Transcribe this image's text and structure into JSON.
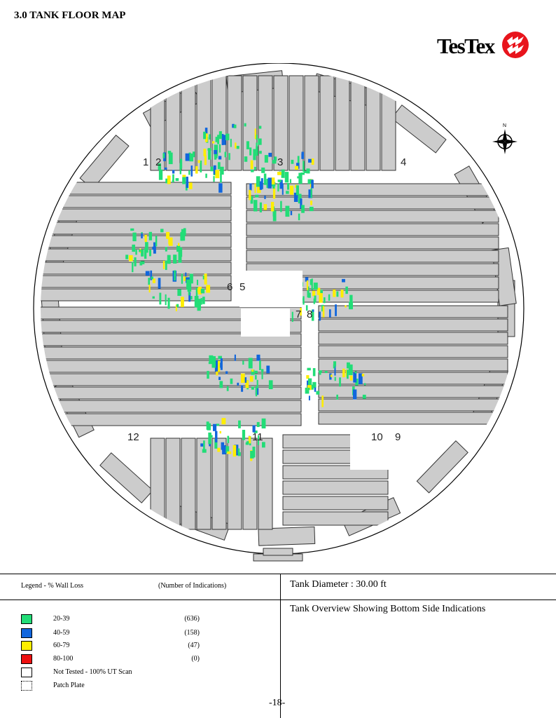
{
  "header": {
    "title": "3.0 TANK FLOOR MAP",
    "logo_text": "TesTex"
  },
  "map": {
    "compass_label": "N",
    "sections": [
      "1",
      "2",
      "3",
      "4",
      "5",
      "6",
      "7",
      "8",
      "9",
      "10",
      "11",
      "12"
    ],
    "colors": {
      "plate": "#cccccc",
      "green": "#22dd77",
      "blue": "#1166dd",
      "yellow": "#ffee00",
      "red": "#ee1111"
    }
  },
  "legend": {
    "title": "Legend - % Wall Loss",
    "count_header": "(Number of Indications)",
    "items": [
      {
        "label": "20-39",
        "count": "(636)",
        "color": "#22dd77"
      },
      {
        "label": "40-59",
        "count": "(158)",
        "color": "#1166dd"
      },
      {
        "label": "60-79",
        "count": "(47)",
        "color": "#ffee00"
      },
      {
        "label": "80-100",
        "count": "(0)",
        "color": "#ee1111"
      },
      {
        "label": "Not Tested - 100% UT Scan",
        "count": "",
        "color": "#ffffff"
      },
      {
        "label": "Patch Plate",
        "count": "",
        "color": "#ffffff"
      }
    ]
  },
  "info": {
    "diameter": "Tank Diameter : 30.00 ft",
    "overview": "Tank Overview Showing Bottom Side Indications"
  },
  "footer": {
    "page": "-18-"
  }
}
